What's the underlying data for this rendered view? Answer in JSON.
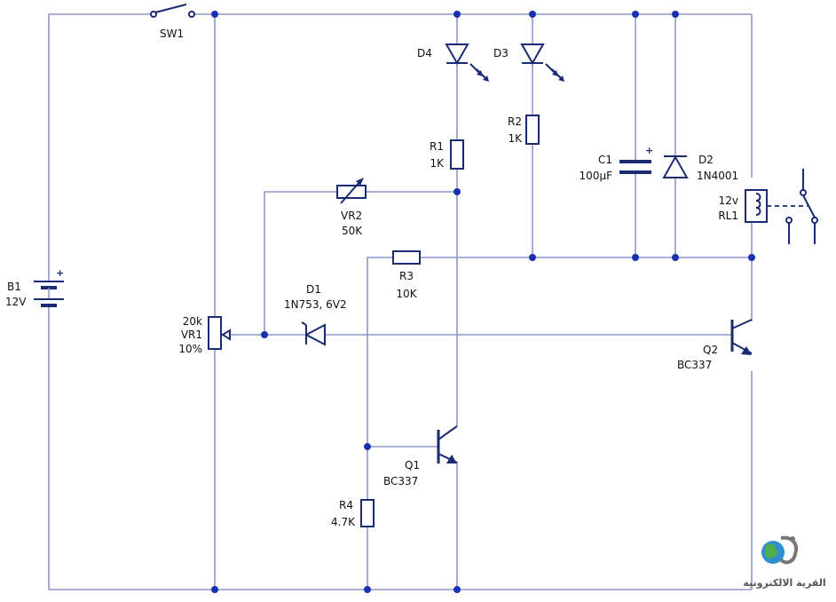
{
  "components": {
    "sw1": {
      "ref": "SW1"
    },
    "b1": {
      "ref": "B1",
      "value": "12V"
    },
    "vr1": {
      "ref": "VR1",
      "value": "20k",
      "setting": "10%"
    },
    "vr2": {
      "ref": "VR2",
      "value": "50K"
    },
    "d1": {
      "ref": "D1",
      "value": "1N753, 6V2"
    },
    "d2": {
      "ref": "D2",
      "value": "1N4001"
    },
    "d3": {
      "ref": "D3"
    },
    "d4": {
      "ref": "D4"
    },
    "r1": {
      "ref": "R1",
      "value": "1K"
    },
    "r2": {
      "ref": "R2",
      "value": "1K"
    },
    "r3": {
      "ref": "R3",
      "value": "10K"
    },
    "r4": {
      "ref": "R4",
      "value": "4.7K"
    },
    "c1": {
      "ref": "C1",
      "value": "100µF"
    },
    "rl1": {
      "ref": "RL1",
      "value": "12v"
    },
    "q1": {
      "ref": "Q1",
      "value": "BC337"
    },
    "q2": {
      "ref": "Q2",
      "value": "BC337"
    }
  },
  "polarity_mark": "+",
  "watermark": {
    "text": "القرية الالكترونية"
  },
  "colors": {
    "wire": "#8f96c8",
    "component": "#1a2a73",
    "junction": "#1a2fb0"
  }
}
